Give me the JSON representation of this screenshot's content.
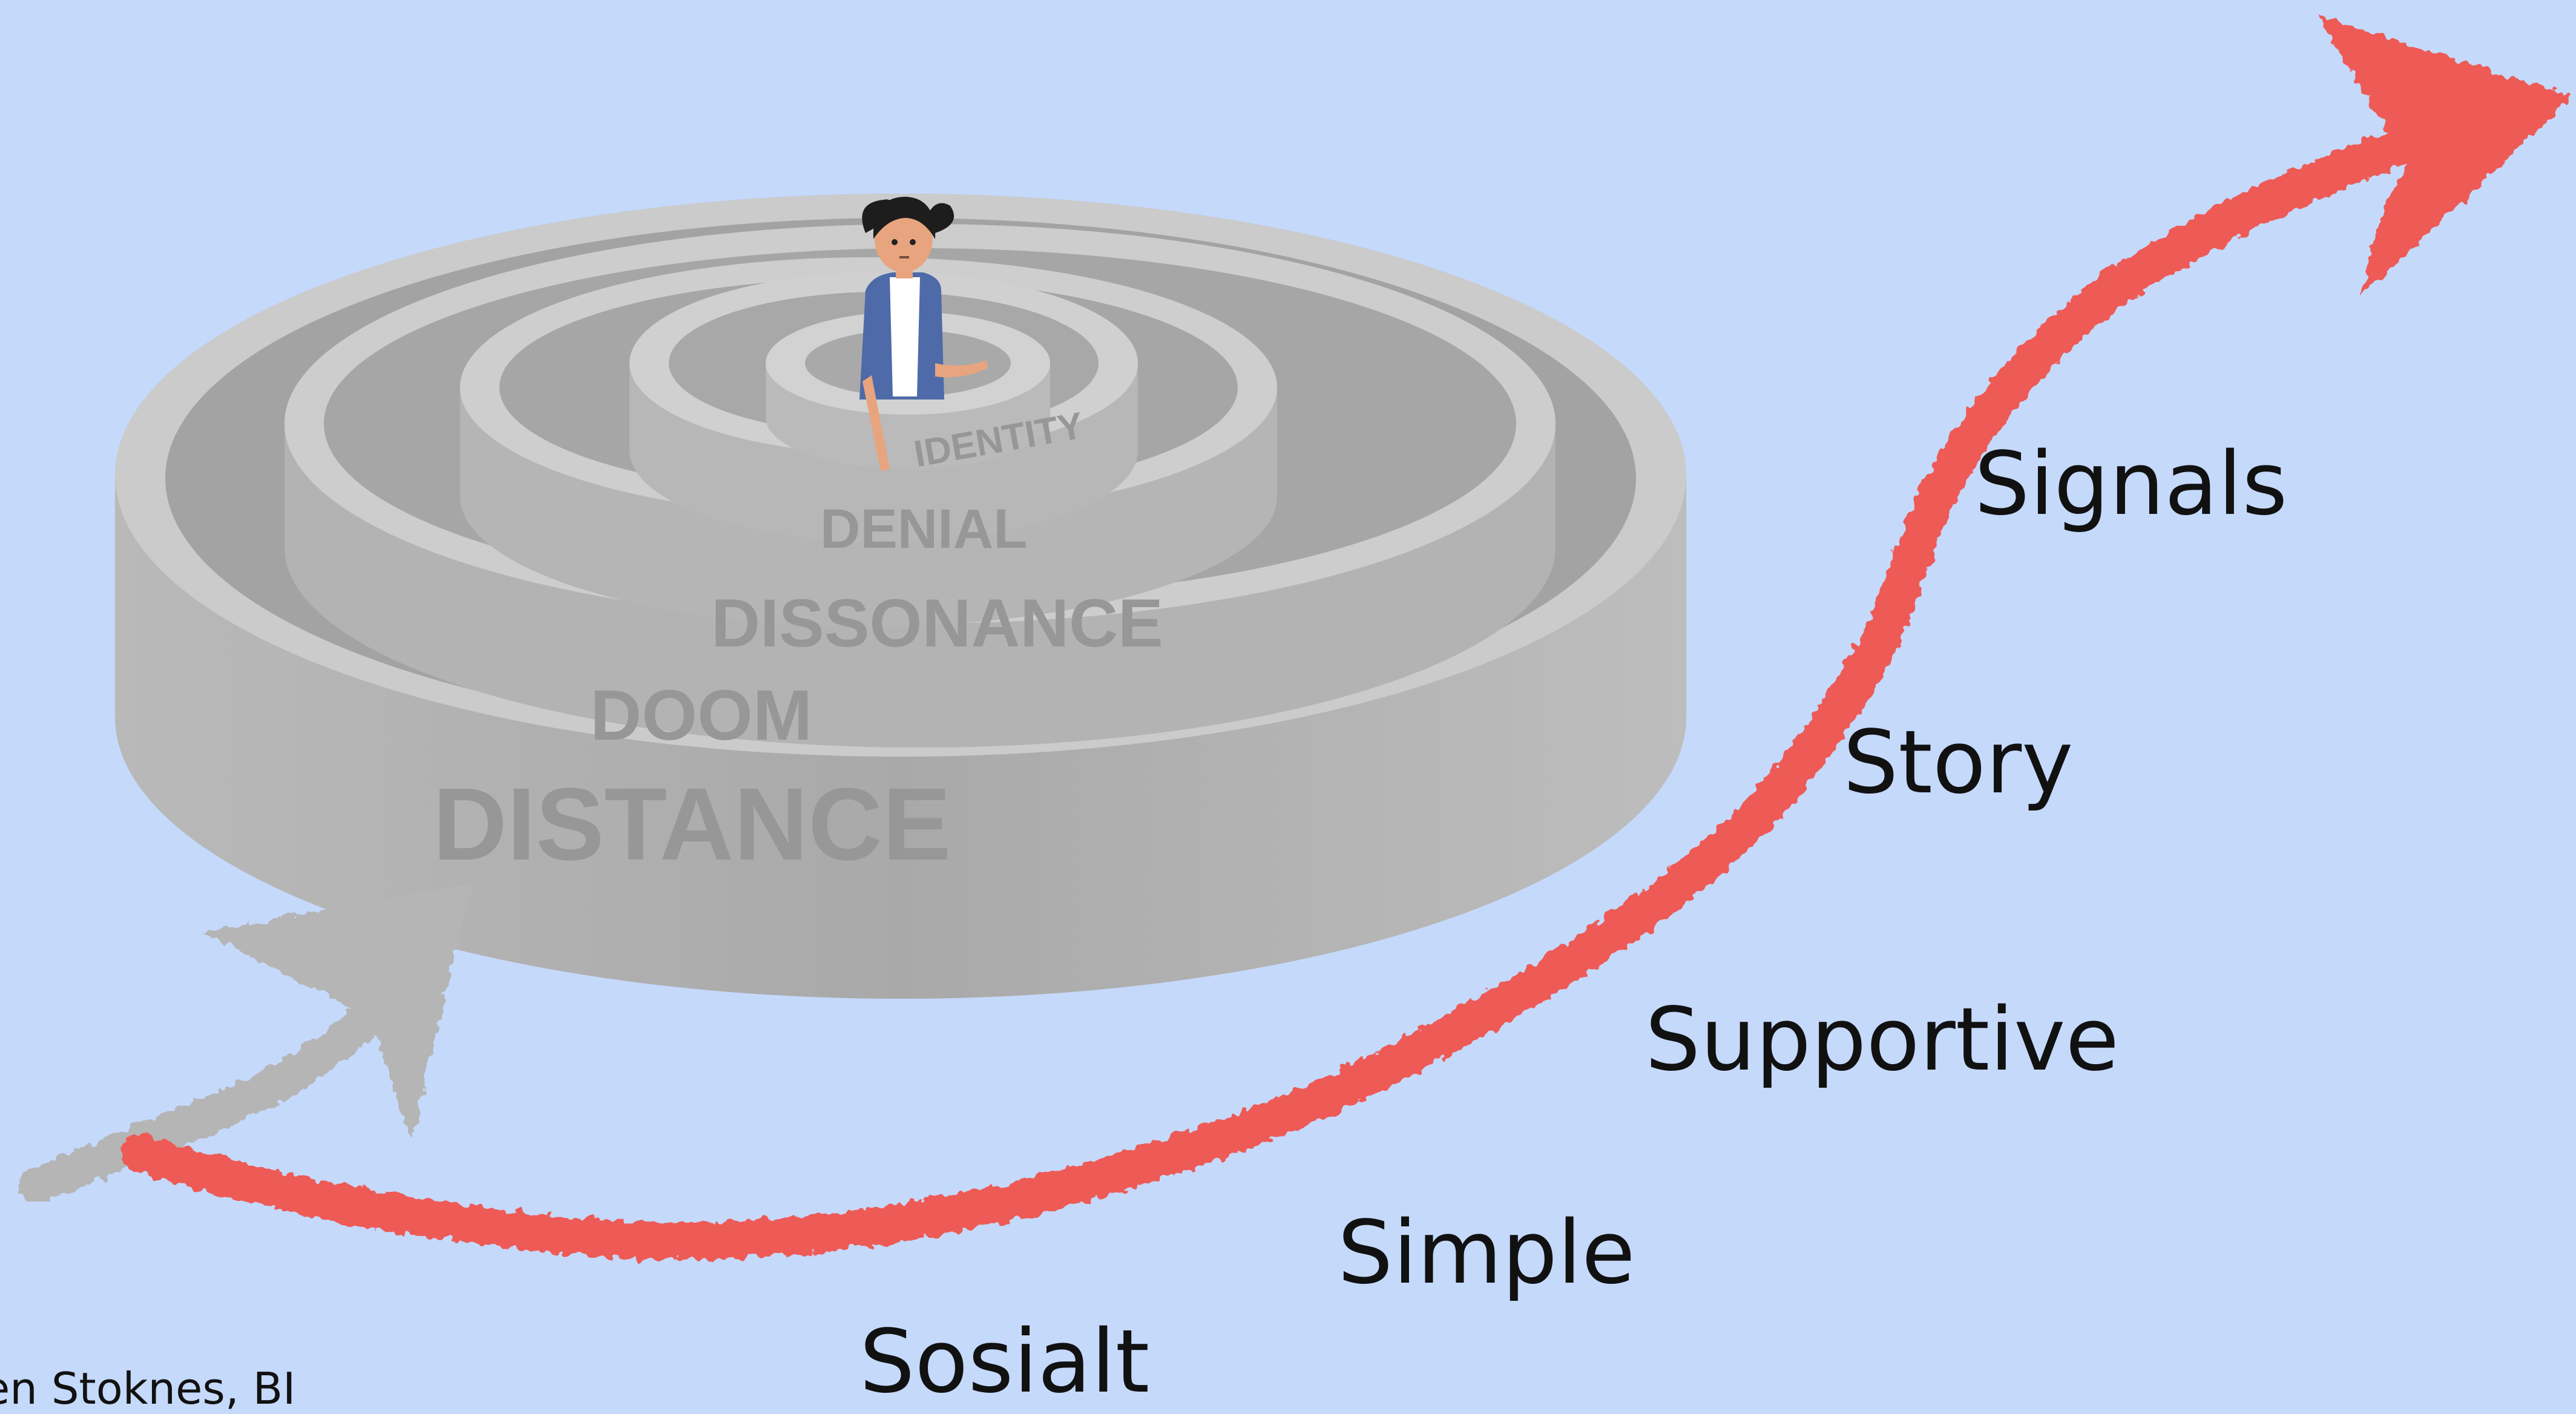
{
  "maze": {
    "rings": [
      "IDENTITY",
      "DENIAL",
      "DISSONANCE",
      "DOOM",
      "DISTANCE"
    ]
  },
  "steps": [
    "Signals",
    "Story",
    "Supportive",
    "Simple",
    "Sosialt"
  ],
  "credit": "en Stoknes, BI",
  "colors": {
    "background": "#c5d9fb",
    "arrow_red": "#ee5a55",
    "arrow_grey": "#b5b5b5",
    "maze_light": "#cacaca",
    "maze_dark": "#a8a8a8",
    "text": "#111111"
  },
  "icons": [
    "person-figure",
    "red-squiggly-arrow",
    "grey-squiggly-arrow"
  ]
}
